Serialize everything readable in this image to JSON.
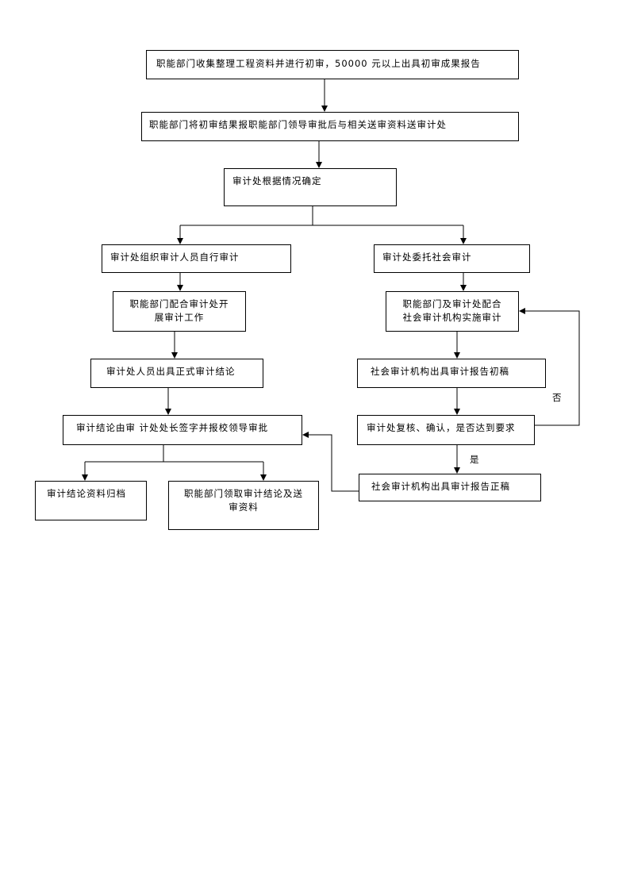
{
  "flowchart": {
    "step1": "职能部门收集整理工程资料并进行初审，50000 元以上出具初审成果报告",
    "step2": "职能部门将初审结果报职能部门领导审批后与相关送审资料送审计处",
    "step3": "审计处根据情况确定",
    "left": {
      "self_audit": "审计处组织审计人员自行审计",
      "cooperate_line1": "职能部门配合审计处开",
      "cooperate_line2": "展审计工作",
      "conclusion": "审计处人员出具正式审计结论",
      "signoff": "审计结论由审  计处处长签字并报校领导审批",
      "archive": "审计结论资料归档",
      "receive_line1": "职能部门领取审计结论及送",
      "receive_line2": "审资料"
    },
    "right": {
      "entrust": "审计处委托社会审计",
      "cooperate_line1": "职能部门及审计处配合",
      "cooperate_line2": "社会审计机构实施审计",
      "draft": "社会审计机构出具审计报告初稿",
      "review": "审计处复核、确认，是否达到要求",
      "final": "社会审计机构出具审计报告正稿"
    },
    "labels": {
      "no": "否",
      "yes": "是"
    }
  }
}
